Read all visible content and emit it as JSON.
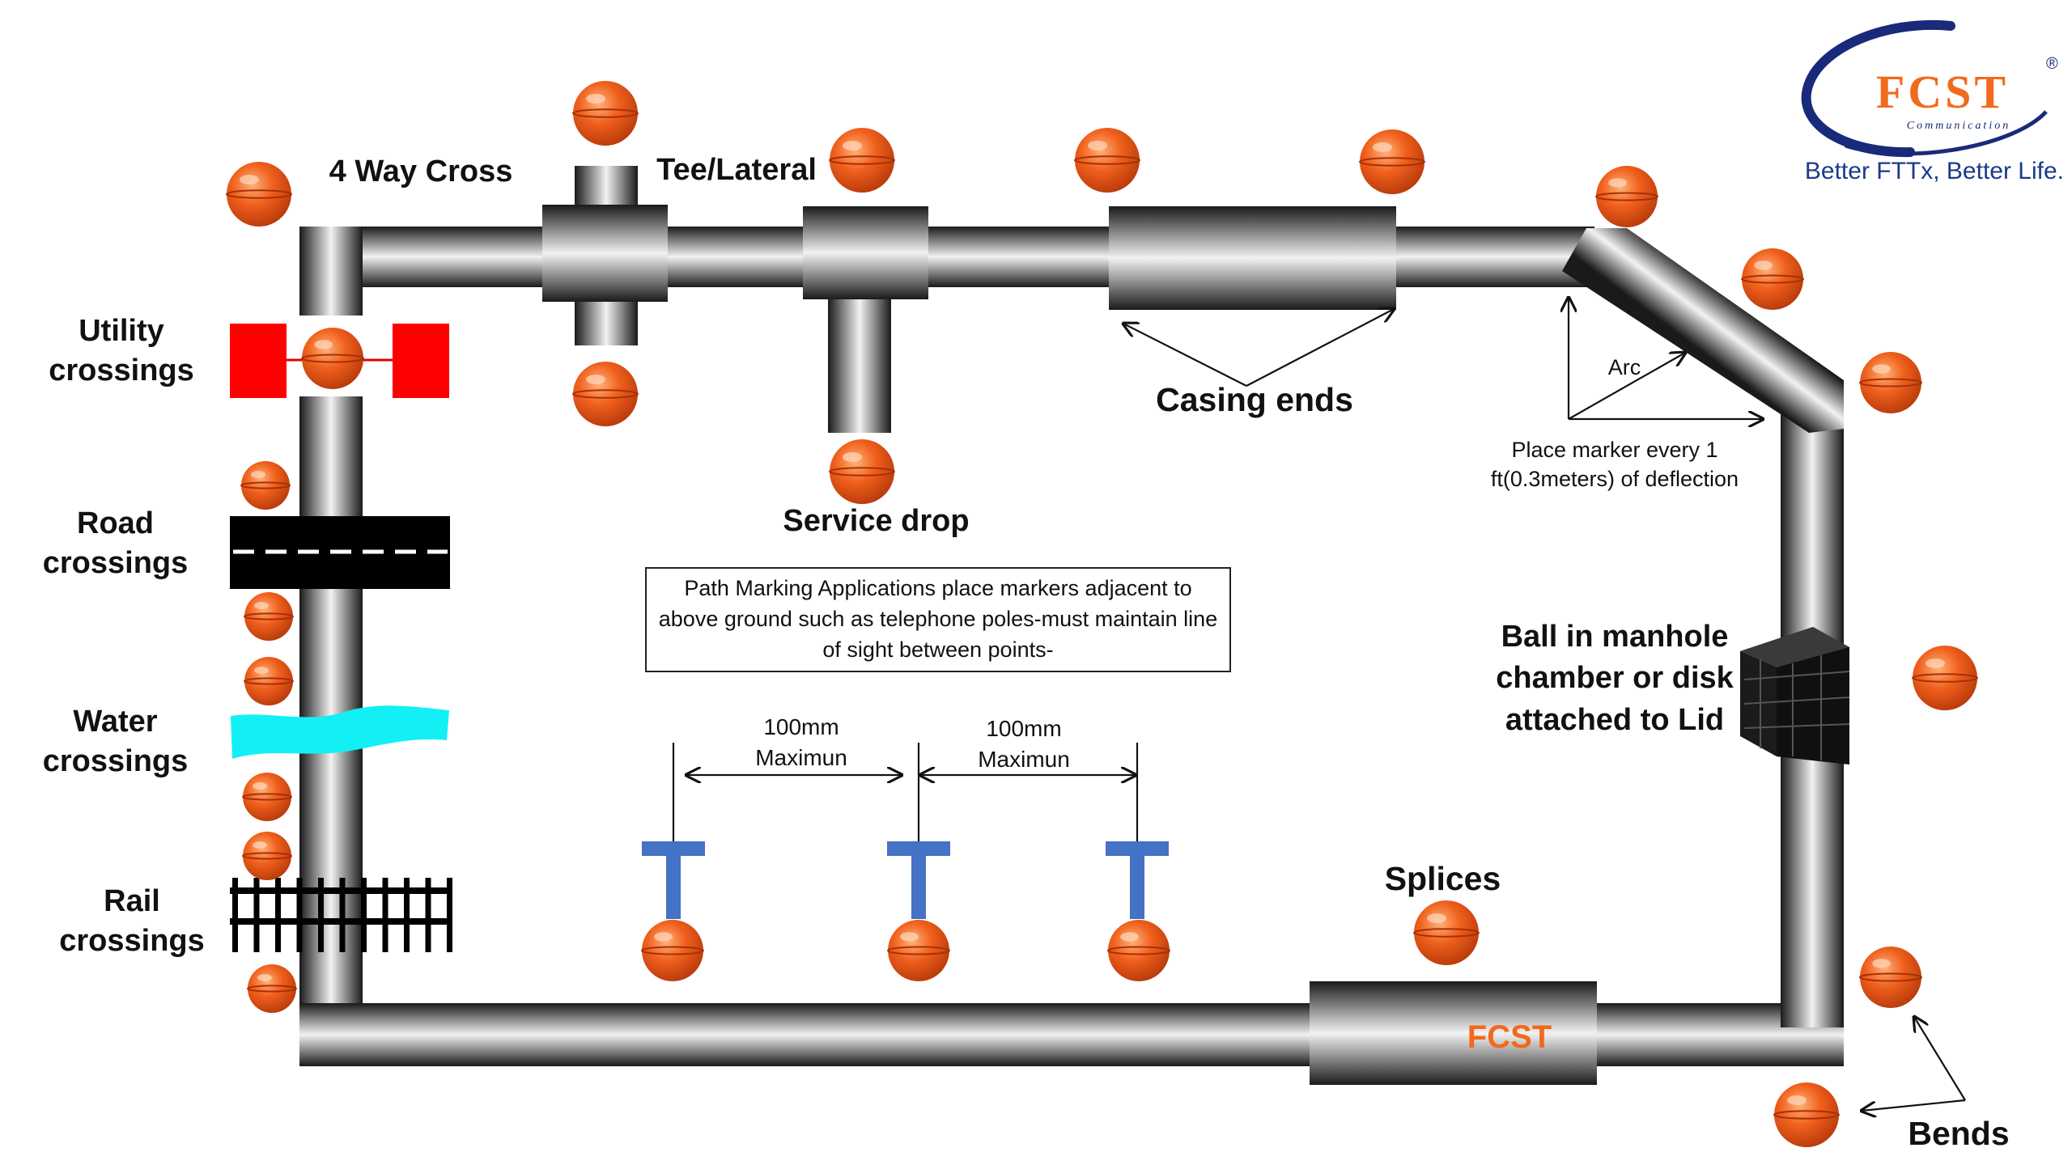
{
  "brand": {
    "logo_text": "FCST",
    "logo_subtitle": "Communication",
    "registered": "®",
    "tagline": "Better FTTx, Better Life.",
    "watermark": "FCST",
    "accent_color": "#f26a1b",
    "brand_blue": "#1a2a7a"
  },
  "labels": {
    "four_way_cross": "4 Way Cross",
    "tee_lateral": "Tee/Lateral",
    "casing_ends": "Casing ends",
    "service_drop": "Service drop",
    "utility_crossings": "Utility crossings",
    "road_crossings": "Road crossings",
    "water_crossings": "Water crossings",
    "rail_crossings": "Rail crossings",
    "arc": "Arc",
    "deflection_note": "Place marker every 1 ft(0.3meters) of deflection",
    "manhole": "Ball in manhole chamber or disk attached to Lid",
    "splices": "Splices",
    "bends": "Bends",
    "spacing_1_value": "100mm",
    "spacing_1_unit": "Maximun",
    "spacing_2_value": "100mm",
    "spacing_2_unit": "Maximun"
  },
  "note": "Path Marking Applications place markers adjacent to above ground such as telephone poles-must maintain line of sight between points-",
  "colors": {
    "marker": "#f0601c",
    "pipe": "#5a5a5a",
    "utility_block": "#ff0000",
    "water": "#12f0f5",
    "road": "#000000",
    "post": "#4472c4"
  }
}
